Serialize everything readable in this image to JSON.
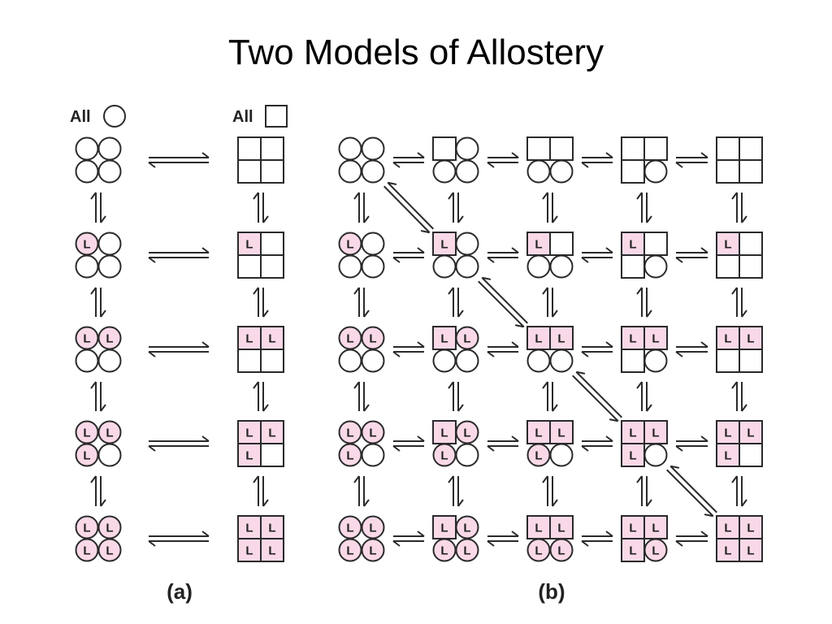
{
  "title": "Two Models of Allostery",
  "legend": {
    "all_circle": "All",
    "all_square": "All"
  },
  "ligand_label": "L",
  "panel_labels": {
    "a": "(a)",
    "b": "(b)"
  },
  "colors": {
    "ligand_fill": "#f9d9e8",
    "stroke": "#2a2a2a",
    "empty_fill": "#ffffff"
  },
  "panel_a": {
    "model": "concerted",
    "rows": [
      {
        "ligands": 0
      },
      {
        "ligands": 1
      },
      {
        "ligands": 2
      },
      {
        "ligands": 3
      },
      {
        "ligands": 4
      }
    ]
  },
  "panel_b": {
    "model": "sequential",
    "columns": 5,
    "rows": 5,
    "square_fill_order": [
      "top-left",
      "top-right",
      "bottom-left",
      "bottom-right"
    ],
    "diagonal_links": [
      [
        0,
        0
      ],
      [
        1,
        1
      ],
      [
        2,
        2
      ],
      [
        3,
        3
      ]
    ]
  }
}
